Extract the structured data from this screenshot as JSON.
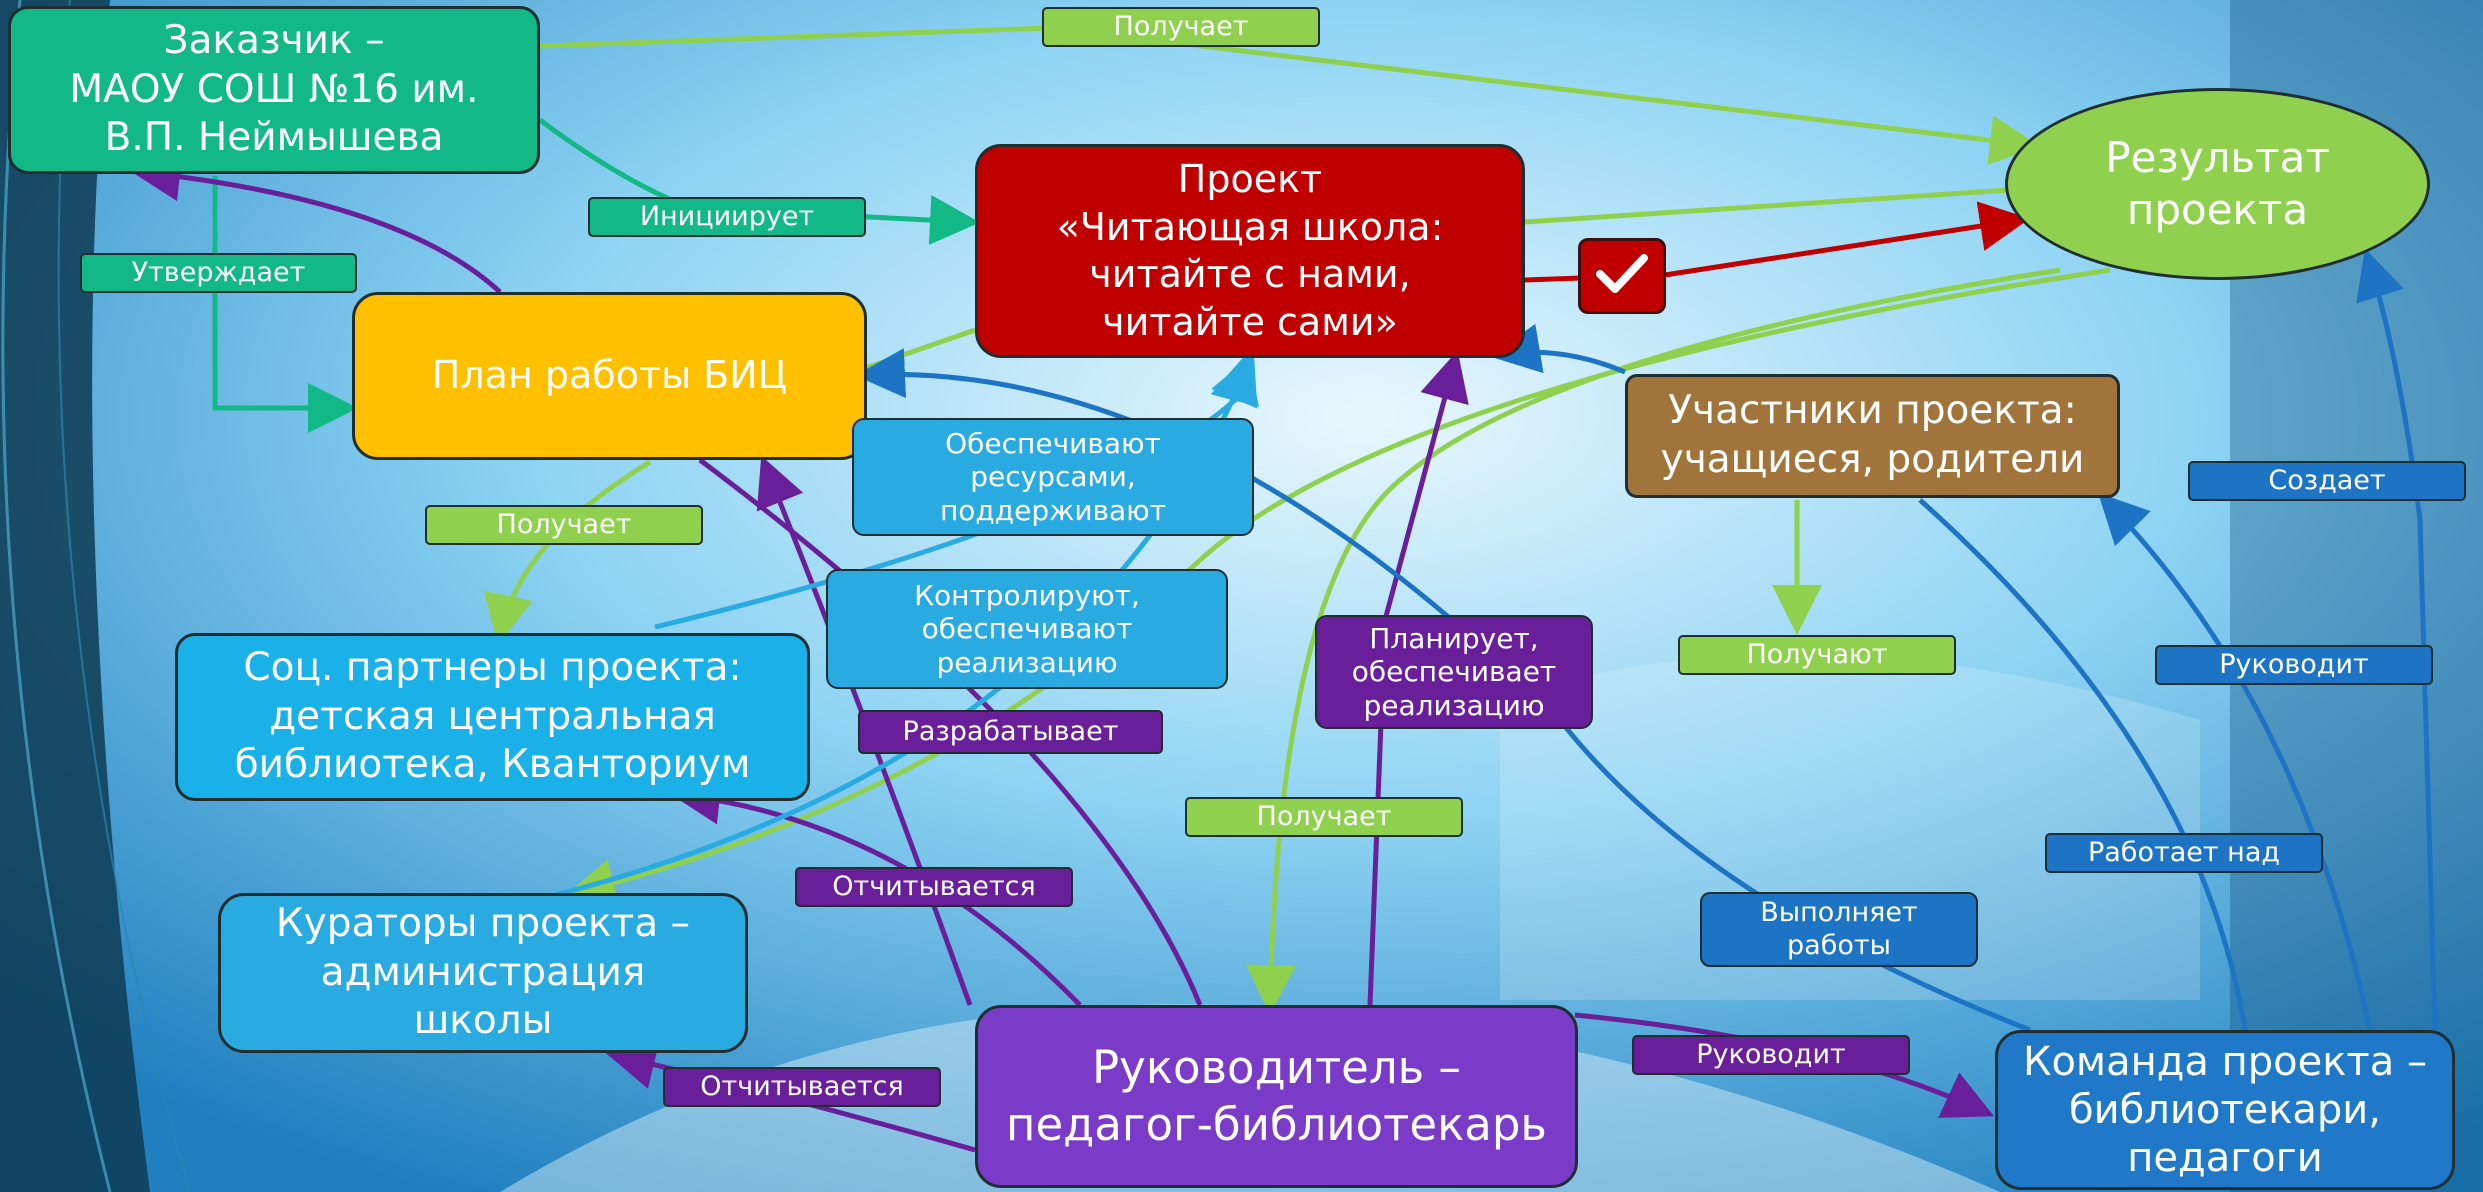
{
  "colors": {
    "green": "#8fd14f",
    "teal": "#12b886",
    "purple": "#6a1f9a",
    "blue": "#1e74c4",
    "lightblue": "#29abe2",
    "red": "#c00000",
    "gold": "#ffc000",
    "brown": "#a0743a"
  },
  "nodes": {
    "customer": "Заказчик –\nМАОУ СОШ №16  им.\nВ.П. Неймышева",
    "project": "Проект\n«Читающая школа:\nчитайте с нами,\nчитайте сами»",
    "result": "Результат\nпроекта",
    "plan": "План работы БИЦ",
    "participants": "Участники проекта:\nучащиеся, родители",
    "partners": "Соц. партнеры проекта:\nдетская центральная\nбиблиотека, Кванториум",
    "curators": "Кураторы проекта –\nадминистрация\nшколы",
    "head": "Руководитель –\nпедагог-библиотекарь",
    "team": "Команда проекта –\nбиблиотекари,\nпедагоги"
  },
  "labels": {
    "receives_top": "Получает",
    "initiates": "Инициирует",
    "approves": "Утверждает",
    "receives_plan": "Получает",
    "provide_resources": "Обеспечивают\nресурсами,\nподдерживают",
    "control": "Контролируют,\nобеспечивают\nреализацию",
    "develops": "Разрабатывает",
    "plans": "Планирует,\nобеспечивает\nреализацию",
    "receives_head": "Получает",
    "reports_1": "Отчитывается",
    "reports_2": "Отчитывается",
    "participants_receive": "Получают",
    "creates": "Создает",
    "leads_right": "Руководит",
    "works_on": "Работает над",
    "performs": "Выполняет\nработы",
    "leads_bottom": "Руководит"
  },
  "icons": [
    "checkmark-icon"
  ]
}
